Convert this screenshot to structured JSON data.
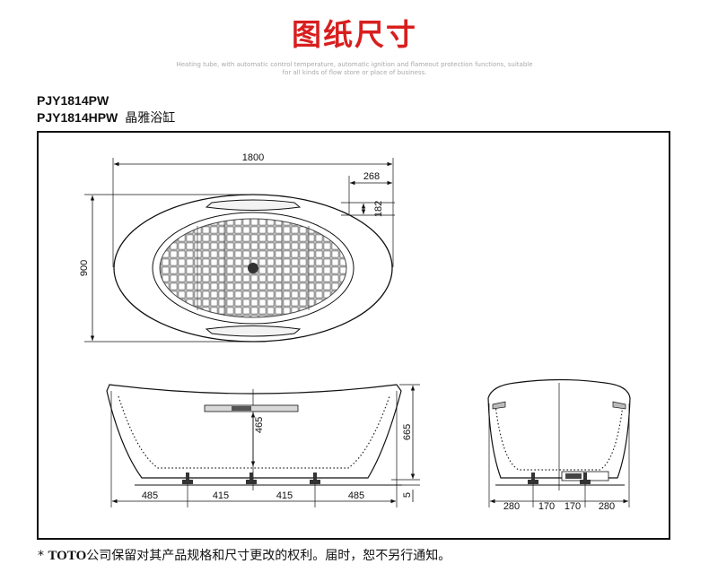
{
  "header": {
    "title": "图纸尺寸",
    "subtitle_line1": "Heating tube, with automatic control temperature, automatic ignition and flameout protection functions, suitable",
    "subtitle_line2": "for all kinds of flow store or place of business."
  },
  "models": {
    "line1_code": "PJY1814PW",
    "line2_code": "PJY1814HPW",
    "line2_name": "晶雅浴缸"
  },
  "dimensions": {
    "top_length": "1800",
    "top_headrest_offset": "268",
    "top_headrest_depth": "182",
    "top_width": "900",
    "side_height": "665",
    "side_inner_depth": "465",
    "side_foot_height": "5",
    "side_seg_1": "485",
    "side_seg_2": "415",
    "side_seg_3": "415",
    "side_seg_4": "485",
    "end_seg_1": "280",
    "end_seg_2": "170",
    "end_seg_3": "170",
    "end_seg_4": "280"
  },
  "footer": {
    "star": "*",
    "brand": "TOTO",
    "text": "公司保留对其产品规格和尺寸更改的权利。届时，恕不另行通知。"
  }
}
